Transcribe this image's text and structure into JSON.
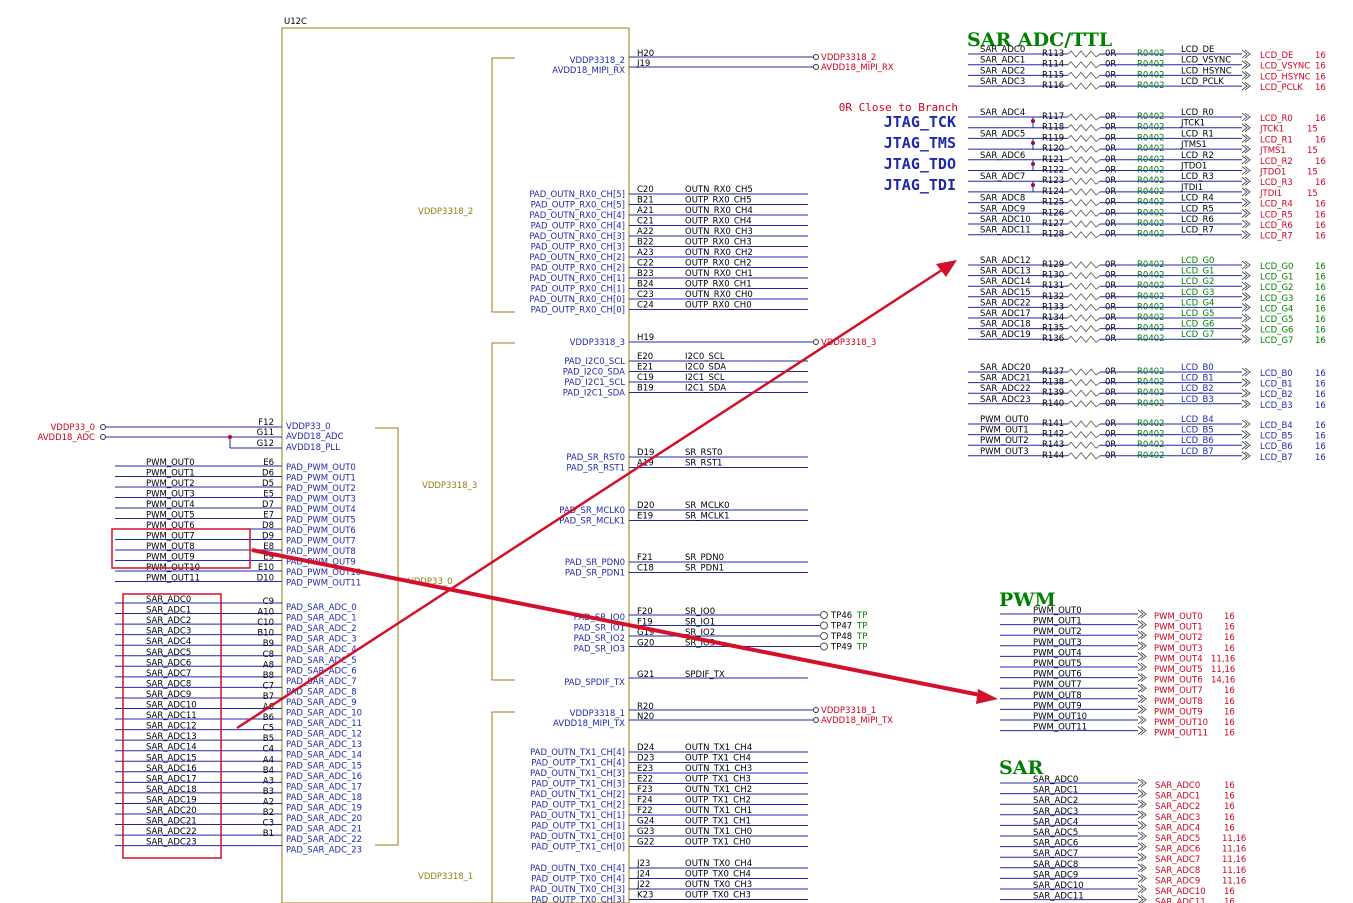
{
  "title_u12c": "U12C",
  "left_power": [
    {
      "net": "VDDP33_0",
      "pin": "F12",
      "pad": "VDDP33_0"
    },
    {
      "net": "AVDD18_ADC",
      "pin": "G11",
      "pad": "AVDD18_ADC"
    },
    {
      "net": "",
      "pin": "G12",
      "pad": "AVDD18_PLL"
    }
  ],
  "pwm_left": [
    {
      "net": "PWM_OUT0",
      "pin": "E6",
      "pad": "PAD_PWM_OUT0"
    },
    {
      "net": "PWM_OUT1",
      "pin": "D6",
      "pad": "PAD_PWM_OUT1"
    },
    {
      "net": "PWM_OUT2",
      "pin": "D5",
      "pad": "PAD_PWM_OUT2"
    },
    {
      "net": "PWM_OUT3",
      "pin": "E5",
      "pad": "PAD_PWM_OUT3"
    },
    {
      "net": "PWM_OUT4",
      "pin": "D7",
      "pad": "PAD_PWM_OUT4"
    },
    {
      "net": "PWM_OUT5",
      "pin": "E7",
      "pad": "PAD_PWM_OUT5"
    },
    {
      "net": "PWM_OUT6",
      "pin": "D8",
      "pad": "PAD_PWM_OUT6"
    },
    {
      "net": "PWM_OUT7",
      "pin": "D9",
      "pad": "PAD_PWM_OUT7"
    },
    {
      "net": "PWM_OUT8",
      "pin": "E8",
      "pad": "PAD_PWM_OUT8"
    },
    {
      "net": "PWM_OUT9",
      "pin": "E9",
      "pad": "PAD_PWM_OUT9"
    },
    {
      "net": "PWM_OUT10",
      "pin": "E10",
      "pad": "PAD_PWM_OUT10"
    },
    {
      "net": "PWM_OUT11",
      "pin": "D10",
      "pad": "PAD_PWM_OUT11"
    }
  ],
  "sar_left": [
    {
      "net": "SAR_ADC0",
      "pin": "C9",
      "pad": "PAD_SAR_ADC_0"
    },
    {
      "net": "SAR_ADC1",
      "pin": "A10",
      "pad": "PAD_SAR_ADC_1"
    },
    {
      "net": "SAR_ADC2",
      "pin": "C10",
      "pad": "PAD_SAR_ADC_2"
    },
    {
      "net": "SAR_ADC3",
      "pin": "B10",
      "pad": "PAD_SAR_ADC_3"
    },
    {
      "net": "SAR_ADC4",
      "pin": "B9",
      "pad": "PAD_SAR_ADC_4"
    },
    {
      "net": "SAR_ADC5",
      "pin": "C8",
      "pad": "PAD_SAR_ADC_5"
    },
    {
      "net": "SAR_ADC6",
      "pin": "A8",
      "pad": "PAD_SAR_ADC_6"
    },
    {
      "net": "SAR_ADC7",
      "pin": "B8",
      "pad": "PAD_SAR_ADC_7"
    },
    {
      "net": "SAR_ADC8",
      "pin": "C7",
      "pad": "PAD_SAR_ADC_8"
    },
    {
      "net": "SAR_ADC9",
      "pin": "B7",
      "pad": "PAD_SAR_ADC_9"
    },
    {
      "net": "SAR_ADC10",
      "pin": "A6",
      "pad": "PAD_SAR_ADC_10"
    },
    {
      "net": "SAR_ADC11",
      "pin": "B6",
      "pad": "PAD_SAR_ADC_11"
    },
    {
      "net": "SAR_ADC12",
      "pin": "C5",
      "pad": "PAD_SAR_ADC_12"
    },
    {
      "net": "SAR_ADC13",
      "pin": "B5",
      "pad": "PAD_SAR_ADC_13"
    },
    {
      "net": "SAR_ADC14",
      "pin": "C4",
      "pad": "PAD_SAR_ADC_14"
    },
    {
      "net": "SAR_ADC15",
      "pin": "A4",
      "pad": "PAD_SAR_ADC_15"
    },
    {
      "net": "SAR_ADC16",
      "pin": "B4",
      "pad": "PAD_SAR_ADC_16"
    },
    {
      "net": "SAR_ADC17",
      "pin": "A3",
      "pad": "PAD_SAR_ADC_17"
    },
    {
      "net": "SAR_ADC18",
      "pin": "B3",
      "pad": "PAD_SAR_ADC_18"
    },
    {
      "net": "SAR_ADC19",
      "pin": "A2",
      "pad": "PAD_SAR_ADC_19"
    },
    {
      "net": "SAR_ADC20",
      "pin": "B2",
      "pad": "PAD_SAR_ADC_20"
    },
    {
      "net": "SAR_ADC21",
      "pin": "C3",
      "pad": "PAD_SAR_ADC_21"
    },
    {
      "net": "SAR_ADC22",
      "pin": "B1",
      "pad": "PAD_SAR_ADC_22"
    },
    {
      "net": "SAR_ADC23",
      "pin": "",
      "pad": "PAD_SAR_ADC_23"
    }
  ],
  "sar_left_nets_shown": [
    "SAR_ADC0",
    "SAR_ADC1",
    "SAR_ADC2",
    "SAR_ADC3",
    "SAR_ADC4",
    "SAR_ADC5",
    "SAR_ADC6",
    "SAR_ADC7",
    "SAR_ADC8",
    "SAR_ADC9",
    "SAR_ADC10",
    "SAR_ADC11",
    "SAR_ADC12",
    "SAR_ADC13",
    "SAR_ADC14",
    "SAR_ADC15",
    "SAR_ADC16",
    "SAR_ADC17",
    "SAR_ADC18",
    "SAR_ADC19",
    "SAR_ADC20",
    "SAR_ADC21",
    "SAR_ADC22",
    "SAR_ADC23"
  ],
  "right_top": [
    {
      "pad": "VDDP3318_2",
      "pin": "H20",
      "net": "VDDP3318_2"
    },
    {
      "pad": "AVDD18_MIPI_RX",
      "pin": "J19",
      "net": "AVDD18_MIPI_RX"
    }
  ],
  "rx_pads": [
    {
      "pad": "PAD_OUTN_RX0_CH[5]",
      "pin": "C20",
      "net": "OUTN_RX0_CH5"
    },
    {
      "pad": "PAD_OUTP_RX0_CH[5]",
      "pin": "B21",
      "net": "OUTP_RX0_CH5"
    },
    {
      "pad": "PAD_OUTN_RX0_CH[4]",
      "pin": "A21",
      "net": "OUTN_RX0_CH4"
    },
    {
      "pad": "PAD_OUTP_RX0_CH[4]",
      "pin": "C21",
      "net": "OUTP_RX0_CH4"
    },
    {
      "pad": "PAD_OUTN_RX0_CH[3]",
      "pin": "A22",
      "net": "OUTN_RX0_CH3"
    },
    {
      "pad": "PAD_OUTP_RX0_CH[3]",
      "pin": "B22",
      "net": "OUTP_RX0_CH3"
    },
    {
      "pad": "PAD_OUTN_RX0_CH[2]",
      "pin": "A23",
      "net": "OUTN_RX0_CH2"
    },
    {
      "pad": "PAD_OUTP_RX0_CH[2]",
      "pin": "C22",
      "net": "OUTP_RX0_CH2"
    },
    {
      "pad": "PAD_OUTN_RX0_CH[1]",
      "pin": "B23",
      "net": "OUTN_RX0_CH1"
    },
    {
      "pad": "PAD_OUTP_RX0_CH[1]",
      "pin": "B24",
      "net": "OUTP_RX0_CH1"
    },
    {
      "pad": "PAD_OUTN_RX0_CH[0]",
      "pin": "C23",
      "net": "OUTN_RX0_CH0"
    },
    {
      "pad": "PAD_OUTP_RX0_CH[0]",
      "pin": "C24",
      "net": "OUTP_RX0_CH0"
    }
  ],
  "vddp3318_3": {
    "pad": "VDDP3318_3",
    "pin": "H19",
    "net": "VDDP3318_3"
  },
  "i2c": [
    {
      "pad": "PAD_I2C0_SCL",
      "pin": "E20",
      "net": "I2C0_SCL"
    },
    {
      "pad": "PAD_I2C0_SDA",
      "pin": "E21",
      "net": "I2C0_SDA"
    },
    {
      "pad": "PAD_I2C1_SCL",
      "pin": "C19",
      "net": "I2C1_SCL"
    },
    {
      "pad": "PAD_I2C1_SDA",
      "pin": "B19",
      "net": "I2C1_SDA"
    }
  ],
  "sr_rst": [
    {
      "pad": "PAD_SR_RST0",
      "pin": "D19",
      "net": "SR_RST0"
    },
    {
      "pad": "PAD_SR_RST1",
      "pin": "A19",
      "net": "SR_RST1"
    }
  ],
  "sr_mclk": [
    {
      "pad": "PAD_SR_MCLK0",
      "pin": "D20",
      "net": "SR_MCLK0"
    },
    {
      "pad": "PAD_SR_MCLK1",
      "pin": "E19",
      "net": "SR_MCLK1"
    }
  ],
  "sr_pdn": [
    {
      "pad": "PAD_SR_PDN0",
      "pin": "F21",
      "net": "SR_PDN0"
    },
    {
      "pad": "PAD_SR_PDN1",
      "pin": "C18",
      "net": "SR_PDN1"
    }
  ],
  "sr_io": [
    {
      "pad": "PAD_SR_IO0",
      "pin": "F20",
      "net": "SR_IO0",
      "tp": "TP46"
    },
    {
      "pad": "PAD_SR_IO1",
      "pin": "F19",
      "net": "SR_IO1",
      "tp": "TP47"
    },
    {
      "pad": "PAD_SR_IO2",
      "pin": "G19",
      "net": "SR_IO2",
      "tp": "TP48"
    },
    {
      "pad": "PAD_SR_IO3",
      "pin": "G20",
      "net": "SR_IO3",
      "tp": "TP49"
    }
  ],
  "tp_label": "TP",
  "spdif": {
    "pad": "PAD_SPDIF_TX",
    "pin": "G21",
    "net": "SPDIF_TX"
  },
  "right_bottom_pwr": [
    {
      "pad": "VDDP3318_1",
      "pin": "R20",
      "net": "VDDP3318_1"
    },
    {
      "pad": "AVDD18_MIPI_TX",
      "pin": "N20",
      "net": "AVDD18_MIPI_TX"
    }
  ],
  "tx1": [
    {
      "pad": "PAD_OUTN_TX1_CH[4]",
      "pin": "D24",
      "net": "OUTN_TX1_CH4"
    },
    {
      "pad": "PAD_OUTP_TX1_CH[4]",
      "pin": "D23",
      "net": "OUTP_TX1_CH4"
    },
    {
      "pad": "PAD_OUTN_TX1_CH[3]",
      "pin": "E23",
      "net": "OUTN_TX1_CH3"
    },
    {
      "pad": "PAD_OUTP_TX1_CH[3]",
      "pin": "E22",
      "net": "OUTP_TX1_CH3"
    },
    {
      "pad": "PAD_OUTN_TX1_CH[2]",
      "pin": "F23",
      "net": "OUTN_TX1_CH2"
    },
    {
      "pad": "PAD_OUTP_TX1_CH[2]",
      "pin": "F24",
      "net": "OUTP_TX1_CH2"
    },
    {
      "pad": "PAD_OUTN_TX1_CH[1]",
      "pin": "F22",
      "net": "OUTN_TX1_CH1"
    },
    {
      "pad": "PAD_OUTP_TX1_CH[1]",
      "pin": "G24",
      "net": "OUTP_TX1_CH1"
    },
    {
      "pad": "PAD_OUTN_TX1_CH[0]",
      "pin": "G23",
      "net": "OUTN_TX1_CH0"
    },
    {
      "pad": "PAD_OUTP_TX1_CH[0]",
      "pin": "G22",
      "net": "OUTP_TX1_CH0"
    }
  ],
  "tx0": [
    {
      "pad": "PAD_OUTN_TX0_CH[4]",
      "pin": "J23",
      "net": "OUTN_TX0_CH4"
    },
    {
      "pad": "PAD_OUTP_TX0_CH[4]",
      "pin": "J24",
      "net": "OUTP_TX0_CH4"
    },
    {
      "pad": "PAD_OUTN_TX0_CH[3]",
      "pin": "J22",
      "net": "OUTN_TX0_CH3"
    },
    {
      "pad": "PAD_OUTP_TX0_CH[3]",
      "pin": "K23",
      "net": "OUTP_TX0_CH3"
    }
  ],
  "power_labels": {
    "v2": "VDDP3318_2",
    "v3": "VDDP3318_3",
    "v0": "VDDP33_0",
    "v1": "VDDP3318_1"
  },
  "sar_adc_ttl": {
    "title": "SAR ADC/TTL",
    "note": "0R Close to Branch",
    "jtag": [
      "JTAG_TCK",
      "JTAG_TMS",
      "JTAG_TDO",
      "JTAG_TDI"
    ],
    "r_value": "0R",
    "pkg": "R0402",
    "rows": [
      {
        "in": "SAR_ADC0",
        "ref": "R113",
        "out": "LCD_DE",
        "port": "LCD_DE",
        "page": "16"
      },
      {
        "in": "SAR_ADC1",
        "ref": "R114",
        "out": "LCD_VSYNC",
        "port": "LCD_VSYNC",
        "page": "16"
      },
      {
        "in": "SAR_ADC2",
        "ref": "R115",
        "out": "LCD_HSYNC",
        "port": "LCD_HSYNC",
        "page": "16"
      },
      {
        "in": "SAR_ADC3",
        "ref": "R116",
        "out": "LCD_PCLK",
        "port": "LCD_PCLK",
        "page": "16"
      },
      {
        "in": "SAR_ADC4",
        "ref": "R117",
        "out": "LCD_R0",
        "port": "LCD_R0",
        "page": "16"
      },
      {
        "in": "",
        "ref": "R118",
        "out": "JTCK1",
        "port": "JTCK1",
        "page": "15"
      },
      {
        "in": "SAR_ADC5",
        "ref": "R119",
        "out": "LCD_R1",
        "port": "LCD_R1",
        "page": "16"
      },
      {
        "in": "",
        "ref": "R120",
        "out": "JTMS1",
        "port": "JTMS1",
        "page": "15"
      },
      {
        "in": "SAR_ADC6",
        "ref": "R121",
        "out": "LCD_R2",
        "port": "LCD_R2",
        "page": "16"
      },
      {
        "in": "",
        "ref": "R122",
        "out": "JTDO1",
        "port": "JTDO1",
        "page": "15"
      },
      {
        "in": "SAR_ADC7",
        "ref": "R123",
        "out": "LCD_R3",
        "port": "LCD_R3",
        "page": "16"
      },
      {
        "in": "",
        "ref": "R124",
        "out": "JTDI1",
        "port": "JTDI1",
        "page": "15"
      },
      {
        "in": "SAR_ADC8",
        "ref": "R125",
        "out": "LCD_R4",
        "port": "LCD_R4",
        "page": "16"
      },
      {
        "in": "SAR_ADC9",
        "ref": "R126",
        "out": "LCD_R5",
        "port": "LCD_R5",
        "page": "16"
      },
      {
        "in": "SAR_ADC10",
        "ref": "R127",
        "out": "LCD_R6",
        "port": "LCD_R6",
        "page": "16"
      },
      {
        "in": "SAR_ADC11",
        "ref": "R128",
        "out": "LCD_R7",
        "port": "LCD_R7",
        "page": "16"
      }
    ],
    "green_rows": [
      {
        "in": "SAR_ADC12",
        "ref": "R129",
        "out": "LCD_G0",
        "port": "LCD_G0",
        "page": "16"
      },
      {
        "in": "SAR_ADC13",
        "ref": "R130",
        "out": "LCD_G1",
        "port": "LCD_G1",
        "page": "16"
      },
      {
        "in": "SAR_ADC14",
        "ref": "R131",
        "out": "LCD_G2",
        "port": "LCD_G2",
        "page": "16"
      },
      {
        "in": "SAR_ADC15",
        "ref": "R132",
        "out": "LCD_G3",
        "port": "LCD_G3",
        "page": "16"
      },
      {
        "in": "SAR_ADC22",
        "ref": "R133",
        "out": "LCD_G4",
        "port": "LCD_G4",
        "page": "16"
      },
      {
        "in": "SAR_ADC17",
        "ref": "R134",
        "out": "LCD_G5",
        "port": "LCD_G5",
        "page": "16"
      },
      {
        "in": "SAR_ADC18",
        "ref": "R135",
        "out": "LCD_G6",
        "port": "LCD_G6",
        "page": "16"
      },
      {
        "in": "SAR_ADC19",
        "ref": "R136",
        "out": "LCD_G7",
        "port": "LCD_G7",
        "page": "16"
      }
    ],
    "blue_rows": [
      {
        "in": "SAR_ADC20",
        "ref": "R137",
        "out": "LCD_B0",
        "port": "LCD_B0",
        "page": "16"
      },
      {
        "in": "SAR_ADC21",
        "ref": "R138",
        "out": "LCD_B1",
        "port": "LCD_B1",
        "page": "16"
      },
      {
        "in": "SAR_ADC22",
        "ref": "R139",
        "out": "LCD_B2",
        "port": "LCD_B2",
        "page": "16"
      },
      {
        "in": "SAR_ADC23",
        "ref": "R140",
        "out": "LCD_B3",
        "port": "LCD_B3",
        "page": "16"
      },
      {
        "in": "PWM_OUT0",
        "ref": "R141",
        "out": "LCD_B4",
        "port": "LCD_B4",
        "page": "16"
      },
      {
        "in": "PWM_OUT1",
        "ref": "R142",
        "out": "LCD_B5",
        "port": "LCD_B5",
        "page": "16"
      },
      {
        "in": "PWM_OUT2",
        "ref": "R143",
        "out": "LCD_B6",
        "port": "LCD_B6",
        "page": "16"
      },
      {
        "in": "PWM_OUT3",
        "ref": "R144",
        "out": "LCD_B7",
        "port": "LCD_B7",
        "page": "16"
      }
    ]
  },
  "pwm_block": {
    "title": "PWM",
    "rows": [
      {
        "net": "PWM_OUT0",
        "port": "PWM_OUT0",
        "page": "16"
      },
      {
        "net": "PWM_OUT1",
        "port": "PWM_OUT1",
        "page": "16"
      },
      {
        "net": "PWM_OUT2",
        "port": "PWM_OUT2",
        "page": "16"
      },
      {
        "net": "PWM_OUT3",
        "port": "PWM_OUT3",
        "page": "16"
      },
      {
        "net": "PWM_OUT4",
        "port": "PWM_OUT4",
        "page": "11,16"
      },
      {
        "net": "PWM_OUT5",
        "port": "PWM_OUT5",
        "page": "11,16"
      },
      {
        "net": "PWM_OUT6",
        "port": "PWM_OUT6",
        "page": "14,16"
      },
      {
        "net": "PWM_OUT7",
        "port": "PWM_OUT7",
        "page": "16"
      },
      {
        "net": "PWM_OUT8",
        "port": "PWM_OUT8",
        "page": "16"
      },
      {
        "net": "PWM_OUT9",
        "port": "PWM_OUT9",
        "page": "16"
      },
      {
        "net": "PWM_OUT10",
        "port": "PWM_OUT10",
        "page": "16"
      },
      {
        "net": "PWM_OUT11",
        "port": "PWM_OUT11",
        "page": "16"
      }
    ]
  },
  "sar_block": {
    "title": "SAR",
    "rows": [
      {
        "net": "SAR_ADC0",
        "port": "SAR_ADC0",
        "page": "16"
      },
      {
        "net": "SAR_ADC1",
        "port": "SAR_ADC1",
        "page": "16"
      },
      {
        "net": "SAR_ADC2",
        "port": "SAR_ADC2",
        "page": "16"
      },
      {
        "net": "SAR_ADC3",
        "port": "SAR_ADC3",
        "page": "16"
      },
      {
        "net": "SAR_ADC4",
        "port": "SAR_ADC4",
        "page": "16"
      },
      {
        "net": "SAR_ADC5",
        "port": "SAR_ADC5",
        "page": "11,16"
      },
      {
        "net": "SAR_ADC6",
        "port": "SAR_ADC6",
        "page": "11,16"
      },
      {
        "net": "SAR_ADC7",
        "port": "SAR_ADC7",
        "page": "11,16"
      },
      {
        "net": "SAR_ADC8",
        "port": "SAR_ADC8",
        "page": "11,16"
      },
      {
        "net": "SAR_ADC9",
        "port": "SAR_ADC9",
        "page": "11,16"
      },
      {
        "net": "SAR_ADC10",
        "port": "SAR_ADC10",
        "page": "16"
      },
      {
        "net": "SAR_ADC11",
        "port": "SAR_ADC11",
        "page": "16"
      }
    ]
  },
  "colors": {
    "net": "#1f2aa8",
    "power": "#d0021b",
    "olive": "#9a7a10",
    "green": "#008000",
    "highlight": "#d4112a"
  }
}
